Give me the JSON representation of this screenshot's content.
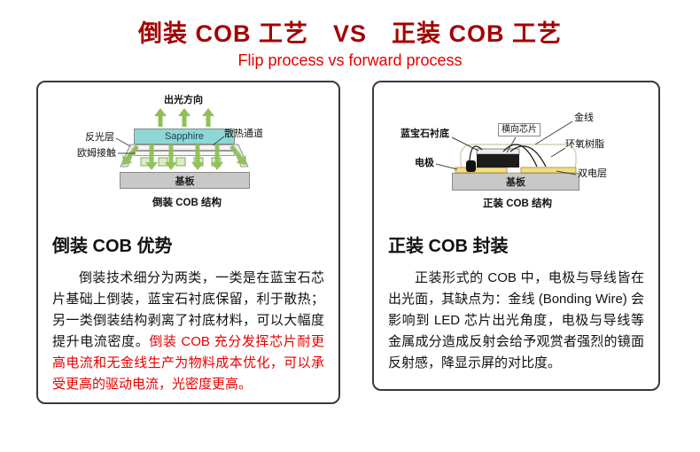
{
  "page": {
    "title": "倒装 COB 工艺　VS　正装 COB 工艺",
    "subtitle": "Flip process vs forward process"
  },
  "colors": {
    "title": "#a40000",
    "red_text": "#e60000",
    "arrow_green": "#8dc153",
    "sapphire_cyan": "#8ed8d3",
    "substrate_gray": "#c8c8c8",
    "electrode_gold": "#f2dd88",
    "panel_border": "#3a3a3a"
  },
  "left": {
    "diagram": {
      "light_direction": "出光方向",
      "sapphire": "Sapphire",
      "heat_channel": "散热通道",
      "reflective_layer": "反光层",
      "ohmic_contact": "欧姆接触",
      "substrate": "基板",
      "caption": "倒装 COB 结构"
    },
    "heading": "倒装 COB 优势",
    "para_black": "倒装技术细分为两类，一类是在蓝宝石芯片基础上倒装，蓝宝石衬底保留，利于散热；另一类倒装结构剥离了衬底材料，可以大幅度提升电流密度。",
    "para_red": "倒装 COB 充分发挥芯片耐更高电流和无金线生产为物料成本优化，可以承受更高的驱动电流，光密度更高。"
  },
  "right": {
    "diagram": {
      "sapphire_substrate": "蓝宝石衬底",
      "lateral_chip": "横向芯片",
      "gold_wire": "金线",
      "epoxy": "环氧树脂",
      "electrode": "电极",
      "double_layer": "双电层",
      "substrate": "基板",
      "caption": "正装 COB 结构"
    },
    "heading": "正装 COB 封装",
    "para": "正装形式的 COB 中，电极与导线皆在出光面，其缺点为：金线 (Bonding Wire) 会影响到 LED 芯片出光角度，电极与导线等金属成分造成反射会给予观赏者强烈的镜面反射感，降显示屏的对比度。"
  }
}
